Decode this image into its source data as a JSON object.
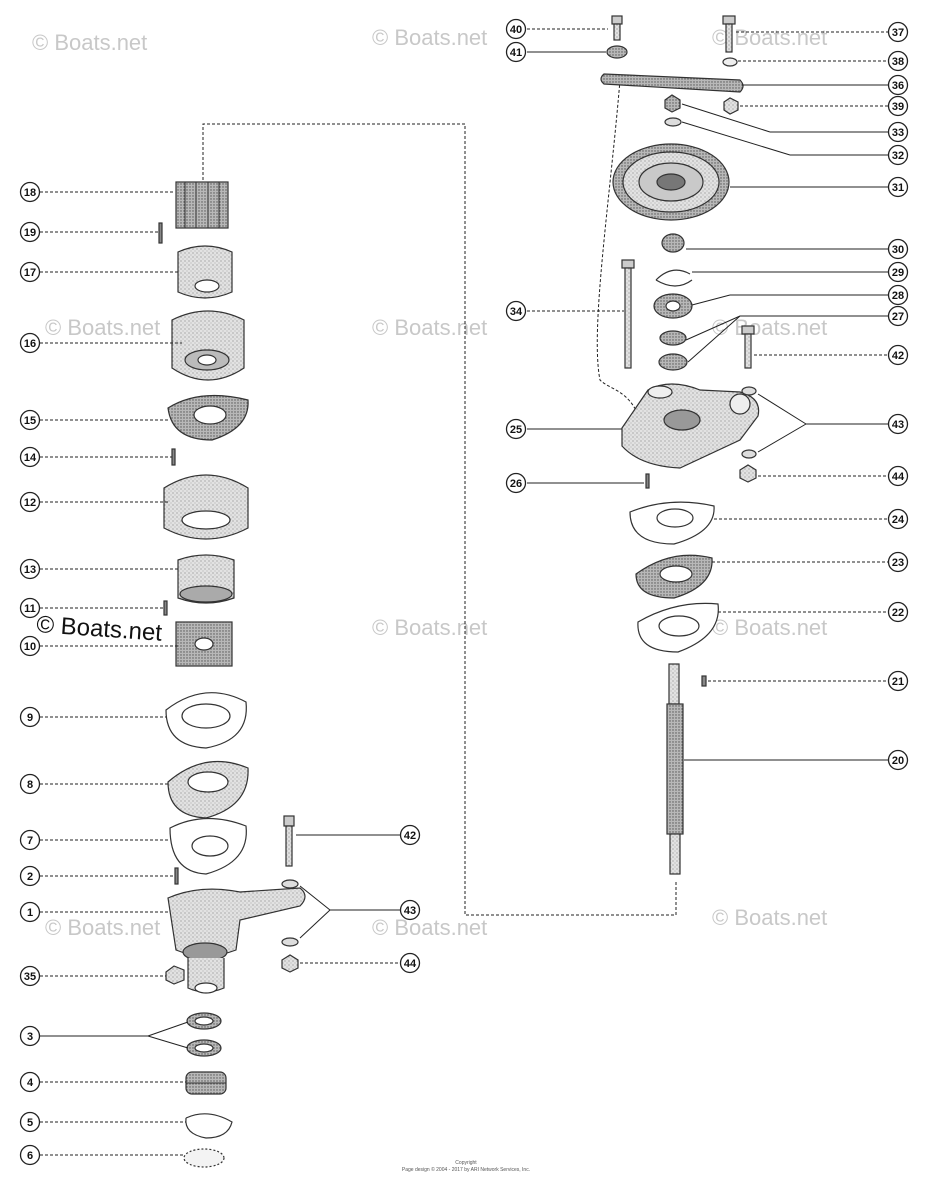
{
  "watermark": "© Boats.net",
  "copyright_line1": "Copyright",
  "copyright_line2": "Page design © 2004 - 2017 by ARI Network Services, Inc.",
  "callouts": [
    {
      "num": "40"
    },
    {
      "num": "41"
    },
    {
      "num": "37"
    },
    {
      "num": "38"
    },
    {
      "num": "36"
    },
    {
      "num": "39"
    },
    {
      "num": "33"
    },
    {
      "num": "32"
    },
    {
      "num": "31"
    },
    {
      "num": "30"
    },
    {
      "num": "29"
    },
    {
      "num": "28"
    },
    {
      "num": "27"
    },
    {
      "num": "34"
    },
    {
      "num": "42"
    },
    {
      "num": "25"
    },
    {
      "num": "43"
    },
    {
      "num": "26"
    },
    {
      "num": "44"
    },
    {
      "num": "24"
    },
    {
      "num": "23"
    },
    {
      "num": "22"
    },
    {
      "num": "21"
    },
    {
      "num": "20"
    },
    {
      "num": "18"
    },
    {
      "num": "19"
    },
    {
      "num": "17"
    },
    {
      "num": "16"
    },
    {
      "num": "15"
    },
    {
      "num": "14"
    },
    {
      "num": "12"
    },
    {
      "num": "13"
    },
    {
      "num": "11"
    },
    {
      "num": "10"
    },
    {
      "num": "9"
    },
    {
      "num": "8"
    },
    {
      "num": "7"
    },
    {
      "num": "2"
    },
    {
      "num": "1"
    },
    {
      "num": "35"
    },
    {
      "num": "3"
    },
    {
      "num": "4"
    },
    {
      "num": "5"
    },
    {
      "num": "6"
    },
    {
      "num": "42"
    },
    {
      "num": "43"
    },
    {
      "num": "44"
    }
  ],
  "colors": {
    "ink": "#222222",
    "part_fill": "#d9d9d9",
    "part_dark": "#9a9a9a",
    "watermark": "#c8c8c8"
  }
}
